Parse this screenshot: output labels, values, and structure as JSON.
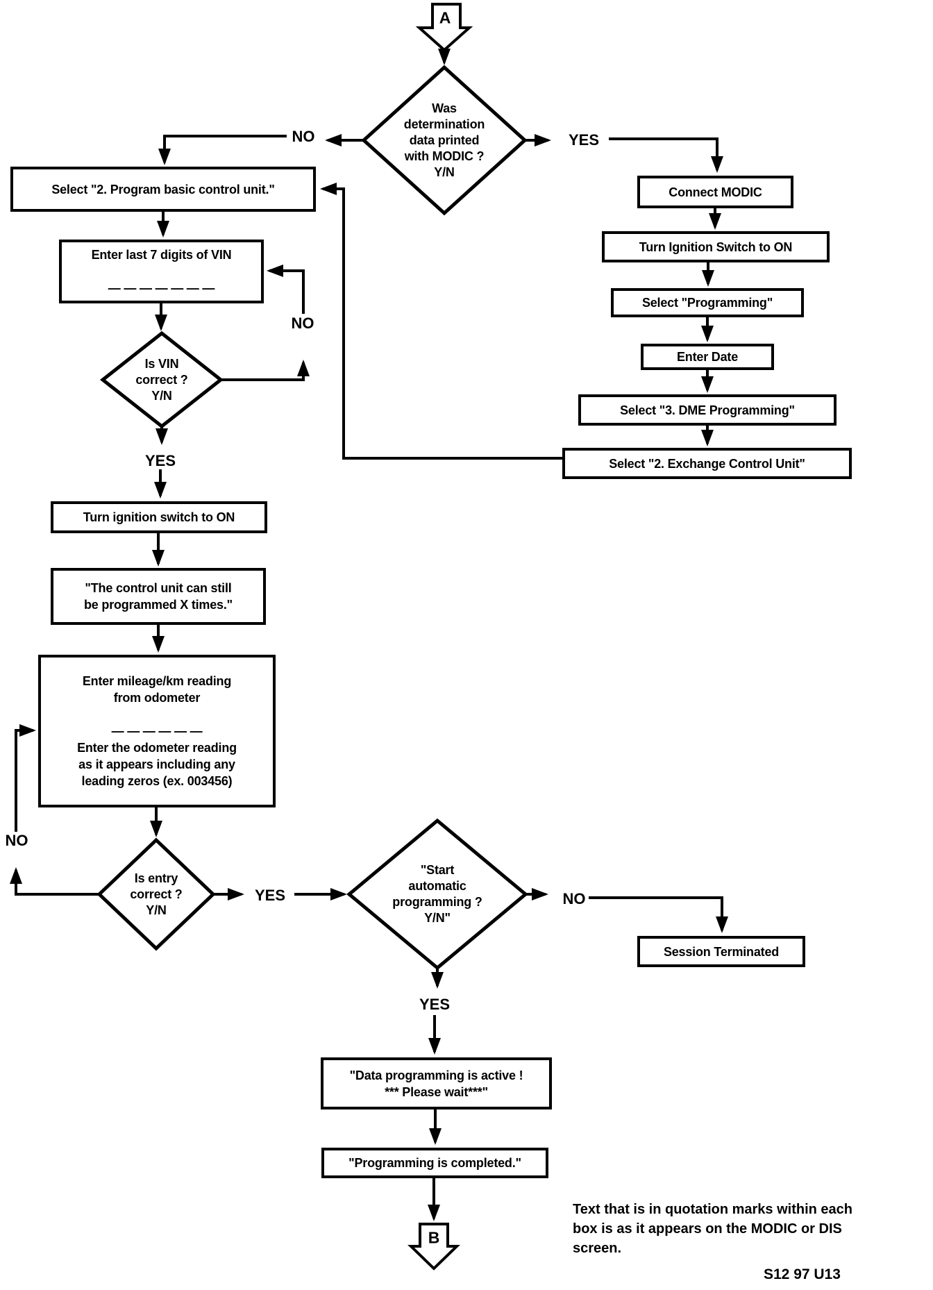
{
  "page": {
    "background": "#ffffff",
    "ink": "#000000"
  },
  "connectors": {
    "entry": "A",
    "exit": "B"
  },
  "decisions": {
    "modic_printed": "Was\ndetermination\ndata printed\nwith MODIC ?\nY/N",
    "vin_correct": "Is VIN\ncorrect ?\nY/N",
    "entry_correct": "Is entry\ncorrect ?\nY/N",
    "start_programming": "\"Start\nautomatic\nprogramming ?\nY/N\""
  },
  "steps": {
    "program_basic": "Select \"2. Program basic control unit.\"",
    "enter_vin": "Enter last 7 digits of VIN\n\n— — — — — — —",
    "ignition_on_left": "Turn ignition switch to ON",
    "can_program": "\"The control unit can still\nbe programmed X times.\"",
    "enter_mileage": "Enter mileage/km reading\nfrom odometer\n\n— — — — — —\nEnter the odometer reading\nas it appears including any\nleading zeros (ex. 003456)",
    "connect_modic": "Connect MODIC",
    "ignition_on_right": "Turn Ignition Switch to ON",
    "select_programming": "Select \"Programming\"",
    "enter_date": "Enter Date",
    "select_dme": "Select \"3. DME Programming\"",
    "select_exchange": "Select \"2. Exchange Control Unit\"",
    "session_terminated": "Session Terminated",
    "data_active": "\"Data programming is active !\n*** Please wait***\"",
    "completed": "\"Programming is completed.\""
  },
  "labels": {
    "no_modic": "NO",
    "yes_modic": "YES",
    "no_vin": "NO",
    "yes_vin": "YES",
    "no_entry": "NO",
    "yes_entry": "YES",
    "no_start": "NO",
    "yes_start": "YES"
  },
  "footnote": "Text that is in quotation marks within each\nbox is as it appears on the MODIC or DIS\nscreen.",
  "doc_code": "S12 97 U13"
}
